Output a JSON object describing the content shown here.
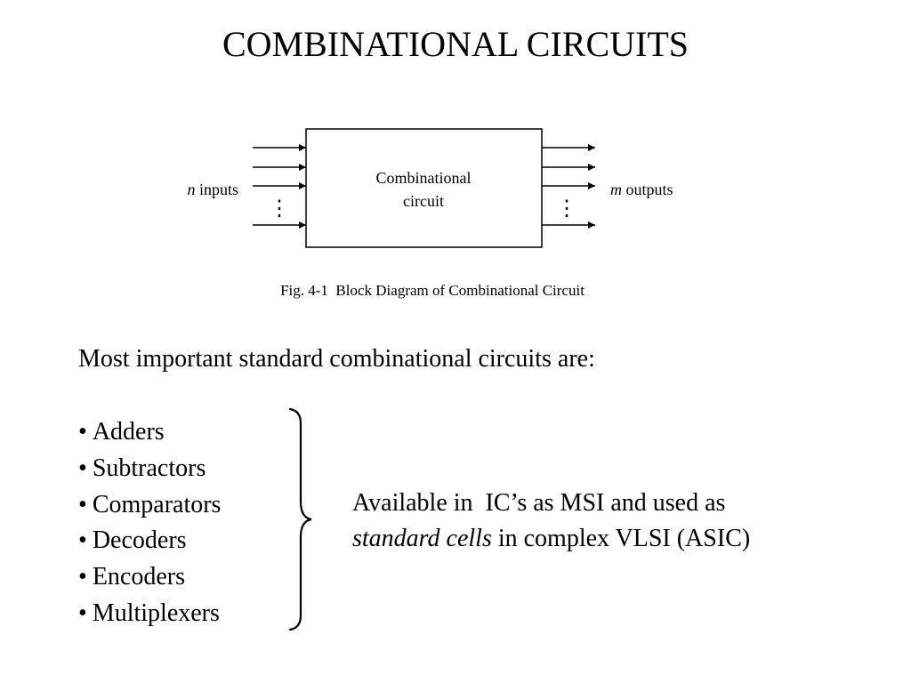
{
  "slide": {
    "title": "COMBINATIONAL CIRCUITS"
  },
  "figure": {
    "box_label_line1": "Combinational",
    "box_label_line2": "circuit",
    "inputs_var": "n",
    "inputs_word": "inputs",
    "outputs_var": "m",
    "outputs_word": "outputs",
    "ellipsis": "⋮",
    "caption": "Fig. 4-1  Block Diagram of Combinational Circuit"
  },
  "body": {
    "intro": "Most important standard combinational circuits are:",
    "bullet_glyph": "•",
    "items": [
      "Adders",
      "Subtractors",
      "Comparators",
      "Decoders",
      "Encoders",
      "Multiplexers"
    ],
    "note_line1": "Available in  IC’s as MSI and used as",
    "note_line2_em": "standard cells",
    "note_line2_rest": " in complex VLSI (ASIC)"
  }
}
